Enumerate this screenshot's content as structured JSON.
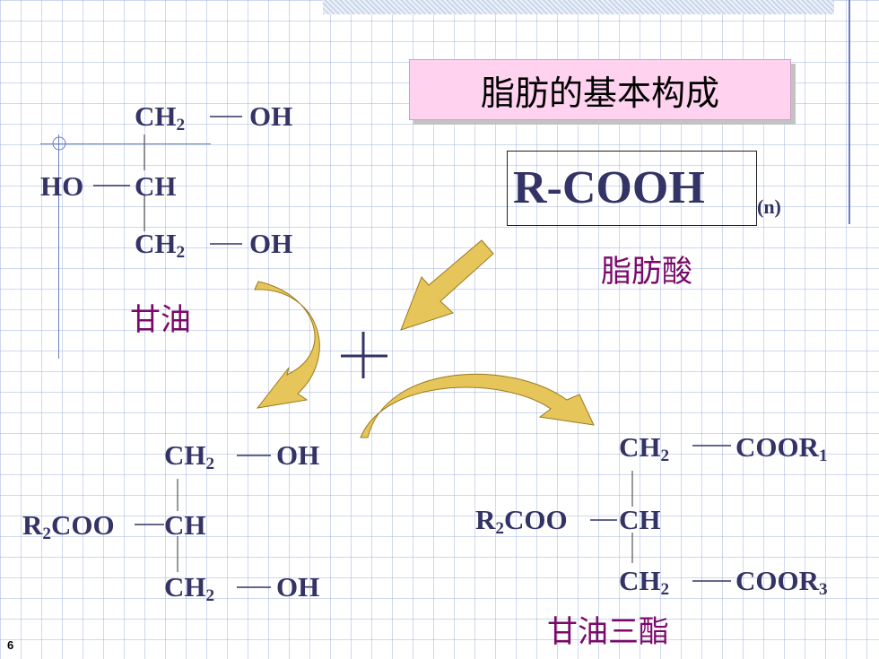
{
  "title": "脂肪的基本构成",
  "fatty_acid": {
    "formula": "R-COOH",
    "count": "(n)",
    "label": "脂肪酸"
  },
  "glycerol": {
    "label": "甘油",
    "top_ch2": "CH",
    "top_oh": "OH",
    "ho": "HO",
    "ch": "CH",
    "bottom_ch2": "CH",
    "bottom_oh": "OH",
    "sub": "2"
  },
  "plus": "+",
  "monoester": {
    "top_ch2": "CH",
    "top_oh": "OH",
    "r_prefix": "R",
    "r_sub": "2",
    "coo": "COO",
    "ch": "CH",
    "bottom_ch2": "CH",
    "bottom_oh": "OH",
    "sub": "2"
  },
  "triglyceride": {
    "label": "甘油三酯",
    "top_ch2": "CH",
    "coor_top": "COOR",
    "coor_top_sub": "1",
    "r_prefix": "R",
    "r_sub": "2",
    "coo": "COO",
    "ch": "CH",
    "bottom_ch2": "CH",
    "coor_bottom": "COOR",
    "coor_bottom_sub": "3",
    "sub": "2"
  },
  "slide_number": "6",
  "colors": {
    "formula_text": "#333366",
    "chinese_label": "#7a0a6a",
    "title_bg": "#ffd3ef",
    "arrow_fill": "#e6c65a",
    "grid": "#96aadc"
  }
}
